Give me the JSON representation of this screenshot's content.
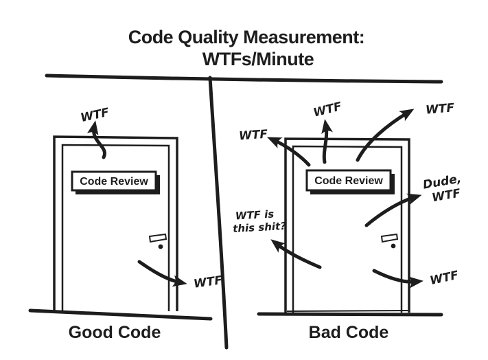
{
  "title": {
    "line1": "Code Quality Measurement:",
    "line2": "WTFs/Minute"
  },
  "good": {
    "label": "Good Code",
    "sign": "Code Review",
    "wtf_top": "WTF",
    "wtf_bottom": "WTF"
  },
  "bad": {
    "label": "Bad Code",
    "sign": "Code Review",
    "wtf_left": "WTF",
    "wtf_top": "WTF",
    "wtf_top_right": "WTF",
    "dude_line1": "Dude,",
    "dude_line2": "WTF",
    "shit_line1": "WTF is",
    "shit_line2": "this shit?",
    "wtf_bottom": "WTF"
  },
  "colors": {
    "ink": "#1d1d1d",
    "background": "#ffffff"
  }
}
